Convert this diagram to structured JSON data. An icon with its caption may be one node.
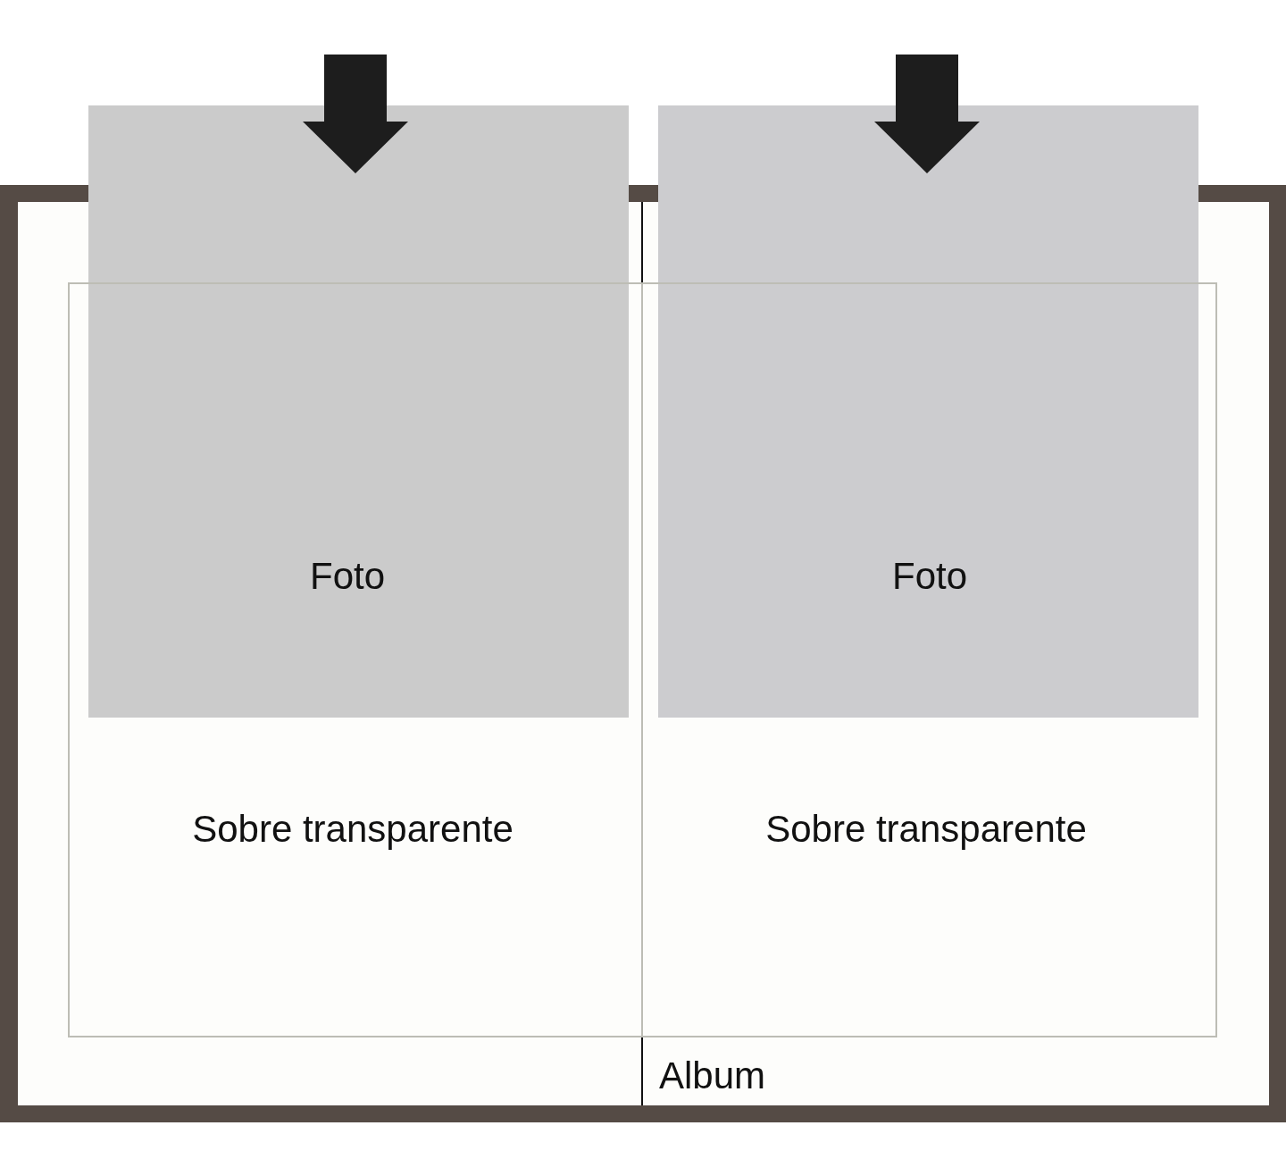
{
  "diagram": {
    "nodes": [
      {
        "text": [
          "Album"
        ]
      },
      {
        "text": [
          "Foto"
        ]
      },
      {
        "text": [
          "Foto"
        ]
      },
      {
        "text": [
          "Sobre transparente"
        ],
        "in": 0
      },
      {
        "text": [
          "Sobre transparente"
        ],
        "in": 0
      }
    ]
  }
}
